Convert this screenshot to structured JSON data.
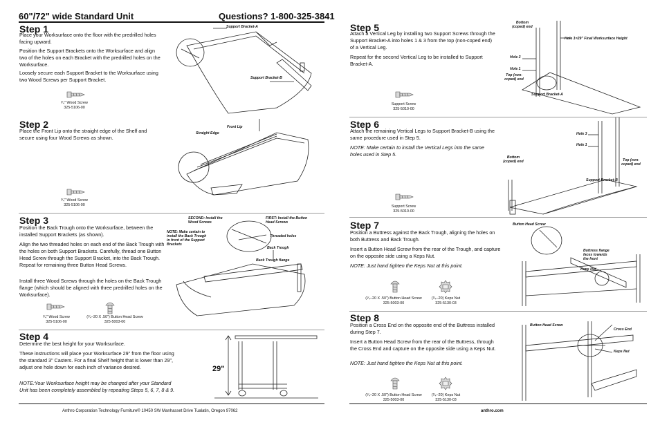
{
  "header": {
    "left": "60\"/72\" wide Standard Unit",
    "right": "Questions? 1-800-325-3841"
  },
  "footer": {
    "left": "Anthro Corporation  Technology Furniture®  10450 SW Manhasset Drive Tualatin, Oregon  97062",
    "right": "anthro.com"
  },
  "steps": {
    "s1": {
      "title": "Step 1",
      "p1": "Place your Worksurface onto the floor with the predrilled holes facing upward.",
      "p2": "Position the Support Brackets onto the Worksurface and align two of the holes on each Bracket with the predrilled holes on the Worksurface.",
      "p3": "Loosely secure each Support Bracket to the Worksurface using two Wood Screws per Support Bracket.",
      "part_name": "³⁄₄\" Wood Screw",
      "part_no": "325-5106-00",
      "label_a": "Support Bracket-A",
      "label_b": "Support Bracket-B"
    },
    "s2": {
      "title": "Step 2",
      "p1": "Place the Front Lip onto the straight edge of the Shelf and secure using four Wood Screws as shown.",
      "part_name": "³⁄₄\" Wood Screw",
      "part_no": "325-5106-00",
      "label_edge": "Straight Edge",
      "label_lip": "Front Lip"
    },
    "s3": {
      "title": "Step 3",
      "p1": "Position the Back Trough onto the Worksurface, between the installed Support Brackets (as shown).",
      "p2": "Align the two threaded holes on each end of the Back Trough with the holes on both Support Brackets. Carefully, thread one Button Head Screw through the Support Bracket, into the Back Trough.  Repeat for remaining three Button Head Screws.",
      "p3": "Install three Wood Screws through the holes on the Back Trough flange (which should be aligned with three predrilled holes on the Worksurface).",
      "part1_name": "³⁄₄\" Wood Screw",
      "part1_no": "325-5106-00",
      "part2_name": "(¹⁄₄–20 X .50\") Button Head Screw",
      "part2_no": "325-5003-00",
      "label_second": "SECOND: Install the Wood Screws",
      "label_first": "FIRST: Install the Button Head Screws",
      "label_note": "NOTE: Make certain to install the Back Trough in front of the Support Brackets",
      "label_threaded": "Threaded holes",
      "label_trough": "Back Trough",
      "label_flange": "Back Trough flange"
    },
    "s4": {
      "title": "Step 4",
      "p1": "Determine the best height for your Worksurface.",
      "p2": "These instructions will place your Worksurface 29\" from the floor using the standard 3\" Casters.  For a final Shelf height that is lower than 29\", adjust one hole down for each inch of variance desired.",
      "p3": "NOTE:Your Worksurface height may be changed after your Standard Unit has been completely assembled by repeating Steps 5, 6, 7, 8 & 9.",
      "height": "29\""
    },
    "s5": {
      "title": "Step 5",
      "p1": "Attach a Vertical Leg by installing two Support Screws through the Support Bracket-A into holes 1 & 3 from the top (non-coped end) of a Vertical Leg.",
      "p2": "Repeat for the second Vertical Leg to be installed to Support Bracket-A.",
      "part_name": "Support Screw",
      "part_no": "325-5010-00",
      "label_bottom": "Bottom (coped) end",
      "label_hole29": "Hole 1=29\" Final Worksurface Height",
      "label_hole3": "Hole 3",
      "label_hole1": "Hole 1",
      "label_top": "Top (non-coped) end",
      "label_bracket": "Support Bracket-A"
    },
    "s6": {
      "title": "Step 6",
      "p1": "Attach the remaining  Vertical Legs to Support Bracket-B using the same procedure used in Step 5.",
      "p2": "NOTE: Make certain to install the Vertical Legs into the same holes used in Step 5.",
      "part_name": "Support Screw",
      "part_no": "325-5010-00",
      "label_hole3": "Hole 3",
      "label_hole1": "Hole 1",
      "label_bottom": "Bottom (coped) end",
      "label_top": "Top (non-coped) end",
      "label_bracket": "Support Bracket-B"
    },
    "s7": {
      "title": "Step 7",
      "p1": "Position a Buttress against the Back Trough, aligning the holes on both Buttress and Back Trough.",
      "p2": "Insert a Button Head Screw from the rear of the Trough, and capture on the opposite side using a Keps Nut.",
      "p3": "NOTE: Just hand tighten the Keps Nut at this point.",
      "part1_name": "(¹⁄₄–20 X .50\") Button Head Screw",
      "part1_no": "325-5003-00",
      "part2_name": "(¹⁄₄–20) Keps Nut",
      "part2_no": "325-5130-03",
      "label_screw": "Button Head Screw",
      "label_flange": "Buttress flange faces towards the front",
      "label_nut": "Keps Nut"
    },
    "s8": {
      "title": "Step 8",
      "p1": "Position a Cross End on the opposite end of the Buttress installed during Step 7.",
      "p2": "Insert a Button Head Screw from the rear of the Buttress, through the Cross End and capture on the opposite side using a Keps Nut.",
      "p3": "NOTE: Just hand tighten the Keps Nut at this point.",
      "part1_name": "(¹⁄₄–20 X .50\") Button Head Screw",
      "part1_no": "325-5003-00",
      "part2_name": "(¹⁄₄–20) Keps Nut",
      "part2_no": "325-5130-03",
      "label_screw": "Button Head Screw",
      "label_cross": "Cross End",
      "label_nut": "Keps Nut"
    }
  }
}
